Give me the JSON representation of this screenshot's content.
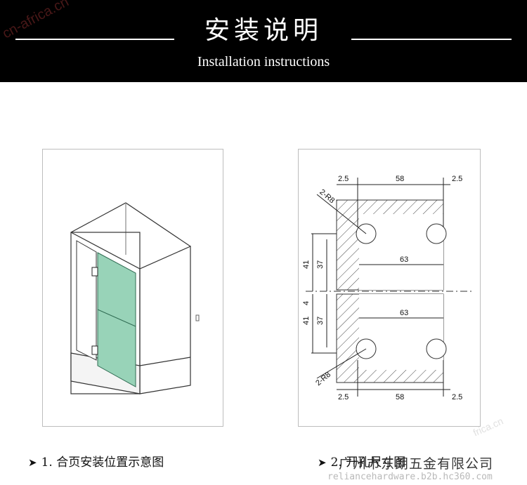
{
  "header": {
    "title_cn": "安装说明",
    "title_en": "Installation instructions"
  },
  "watermarks": {
    "top_left": "cn-africa.cn",
    "bottom_right": "frica.cn",
    "company": "广州市东朗五金有限公司",
    "url": "reliancehardware.b2b.hc360.com"
  },
  "captions": {
    "left_marker": "➤",
    "left": "1. 合页安装位置示意图",
    "right_marker": "➤",
    "right": "2. 开孔尺寸图"
  },
  "diagram": {
    "top": {
      "left_edge": "2.5",
      "width": "58",
      "right_edge": "2.5"
    },
    "bottom": {
      "left_edge": "2.5",
      "width": "58",
      "right_edge": "2.5"
    },
    "radius_top": "2-R8",
    "radius_bottom": "2-R8",
    "span_upper": "63",
    "span_lower": "63",
    "left_dims_upper": [
      "41",
      "37"
    ],
    "left_dims_lower": [
      "4",
      "41",
      "37"
    ],
    "colors": {
      "glass": "#98d3b8",
      "line": "#222222"
    }
  }
}
